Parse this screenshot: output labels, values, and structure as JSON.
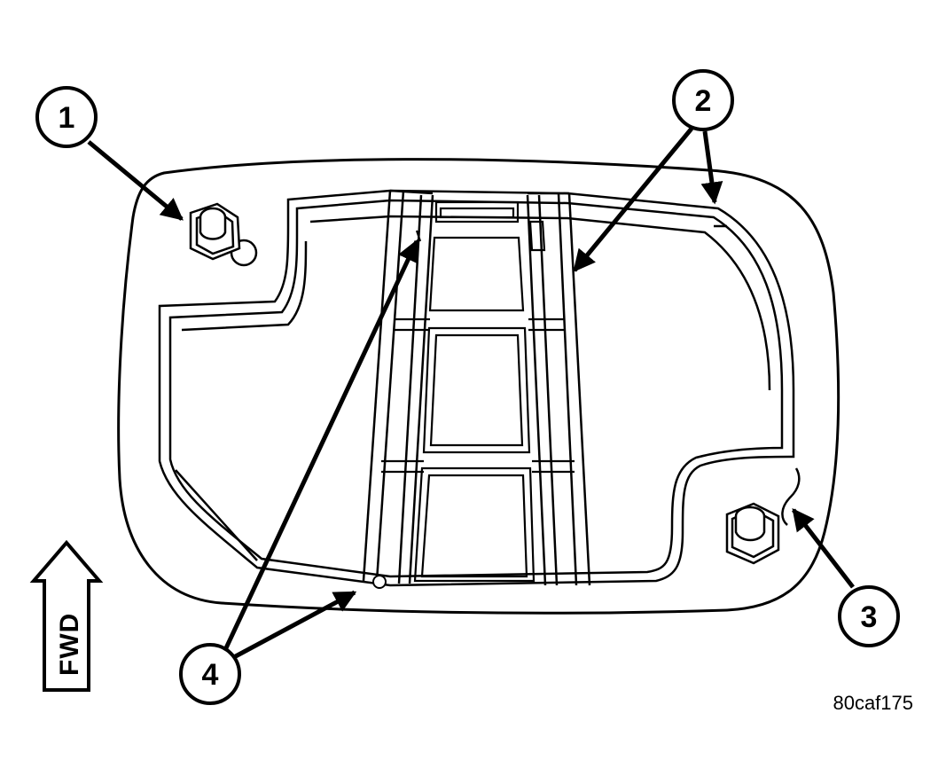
{
  "callouts": [
    {
      "id": "1",
      "label": "1"
    },
    {
      "id": "2",
      "label": "2"
    },
    {
      "id": "3",
      "label": "3"
    },
    {
      "id": "4",
      "label": "4"
    }
  ],
  "fwd_label": "FWD",
  "figure_id": "80caf175",
  "colors": {
    "line": "#000000",
    "background": "#ffffff"
  }
}
